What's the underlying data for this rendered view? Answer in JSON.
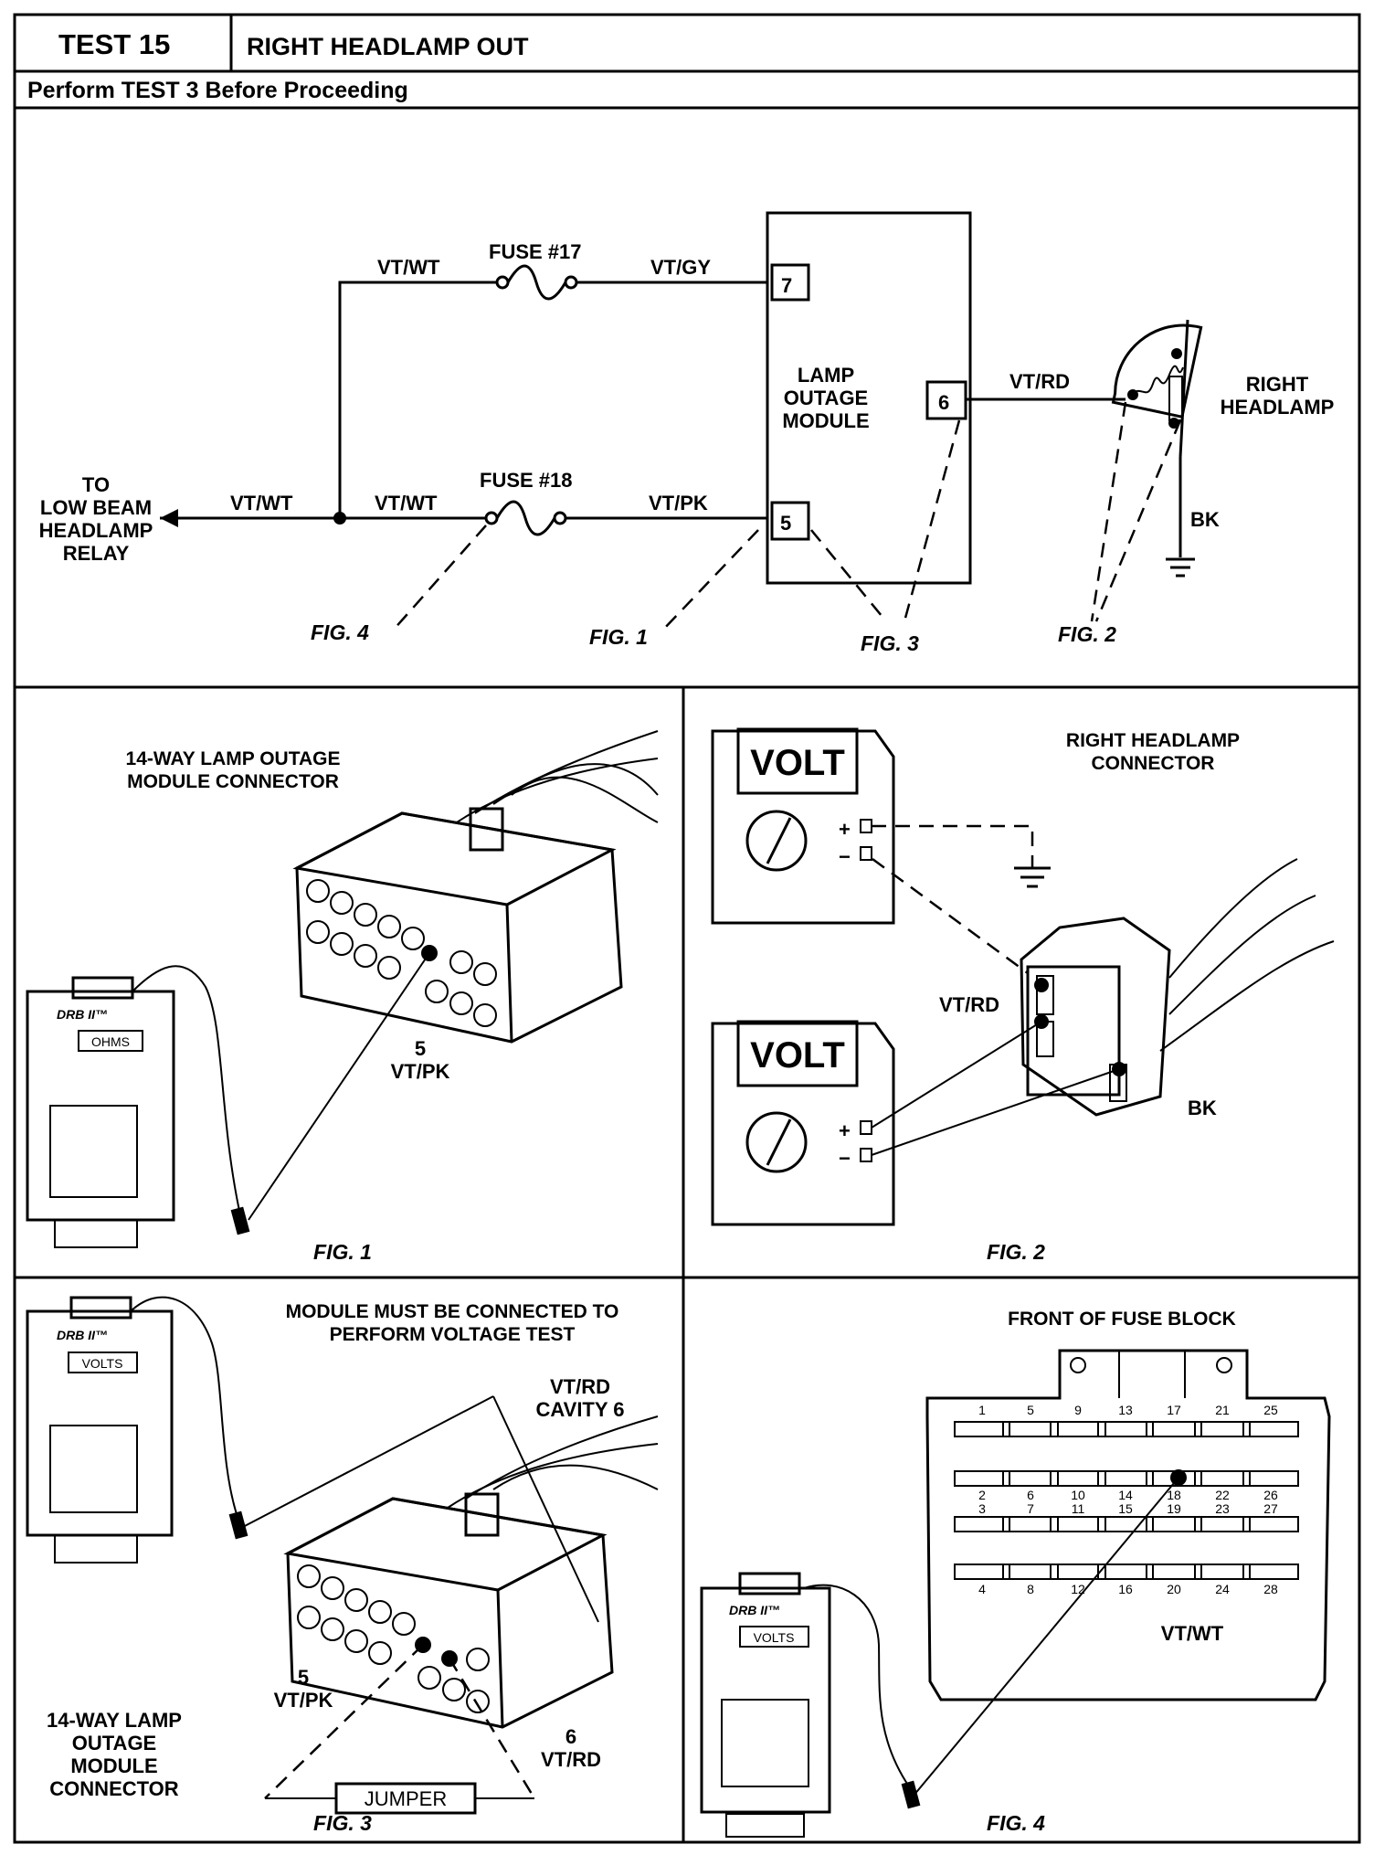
{
  "header": {
    "test_id": "TEST 15",
    "title": "RIGHT HEADLAMP OUT",
    "instruction": "Perform TEST 3 Before Proceeding"
  },
  "schematic": {
    "fuse17": "FUSE #17",
    "fuse18": "FUSE #18",
    "wire_vt_wt": "VT/WT",
    "wire_vt_gy": "VT/GY",
    "wire_vt_pk": "VT/PK",
    "wire_vt_rd": "VT/RD",
    "wire_bk": "BK",
    "pin7": "7",
    "pin5": "5",
    "pin6": "6",
    "module_line1": "LAMP",
    "module_line2": "OUTAGE",
    "module_line3": "MODULE",
    "headlamp_line1": "RIGHT",
    "headlamp_line2": "HEADLAMP",
    "relay_line1": "TO",
    "relay_line2": "LOW BEAM",
    "relay_line3": "HEADLAMP",
    "relay_line4": "RELAY",
    "fig4": "FIG. 4",
    "fig1": "FIG. 1",
    "fig3": "FIG. 3",
    "fig2": "FIG. 2"
  },
  "fig1_panel": {
    "title_line1": "14-WAY LAMP OUTAGE",
    "title_line2": "MODULE CONNECTOR",
    "pin_num": "5",
    "pin_wire": "VT/PK",
    "tester_brand": "DRB II™",
    "tester_mode": "OHMS",
    "caption": "FIG. 1"
  },
  "fig2_panel": {
    "title_line1": "RIGHT HEADLAMP",
    "title_line2": "CONNECTOR",
    "meter_label": "VOLT",
    "plus": "+",
    "minus": "−",
    "wire_vt_rd": "VT/RD",
    "wire_bk": "BK",
    "caption": "FIG. 2"
  },
  "fig3_panel": {
    "title_line1": "MODULE MUST BE CONNECTED TO",
    "title_line2": "PERFORM VOLTAGE TEST",
    "cavity_line1": "VT/RD",
    "cavity_line2": "CAVITY 6",
    "pin5_num": "5",
    "pin5_wire": "VT/PK",
    "pin6_num": "6",
    "pin6_wire": "VT/RD",
    "jumper": "JUMPER",
    "conn_line1": "14-WAY LAMP",
    "conn_line2": "OUTAGE",
    "conn_line3": "MODULE",
    "conn_line4": "CONNECTOR",
    "tester_brand": "DRB II™",
    "tester_mode": "VOLTS",
    "caption": "FIG. 3"
  },
  "fig4_panel": {
    "title": "FRONT OF FUSE BLOCK",
    "wire": "VT/WT",
    "row1_nums": [
      "1",
      "5",
      "9",
      "13",
      "17",
      "21",
      "25"
    ],
    "row2_nums": [
      "2",
      "6",
      "10",
      "14",
      "18",
      "22",
      "26"
    ],
    "row3_nums": [
      "3",
      "7",
      "11",
      "15",
      "19",
      "23",
      "27"
    ],
    "row4_nums": [
      "4",
      "8",
      "12",
      "16",
      "20",
      "24",
      "28"
    ],
    "tester_brand": "DRB II™",
    "tester_mode": "VOLTS",
    "caption": "FIG. 4"
  }
}
